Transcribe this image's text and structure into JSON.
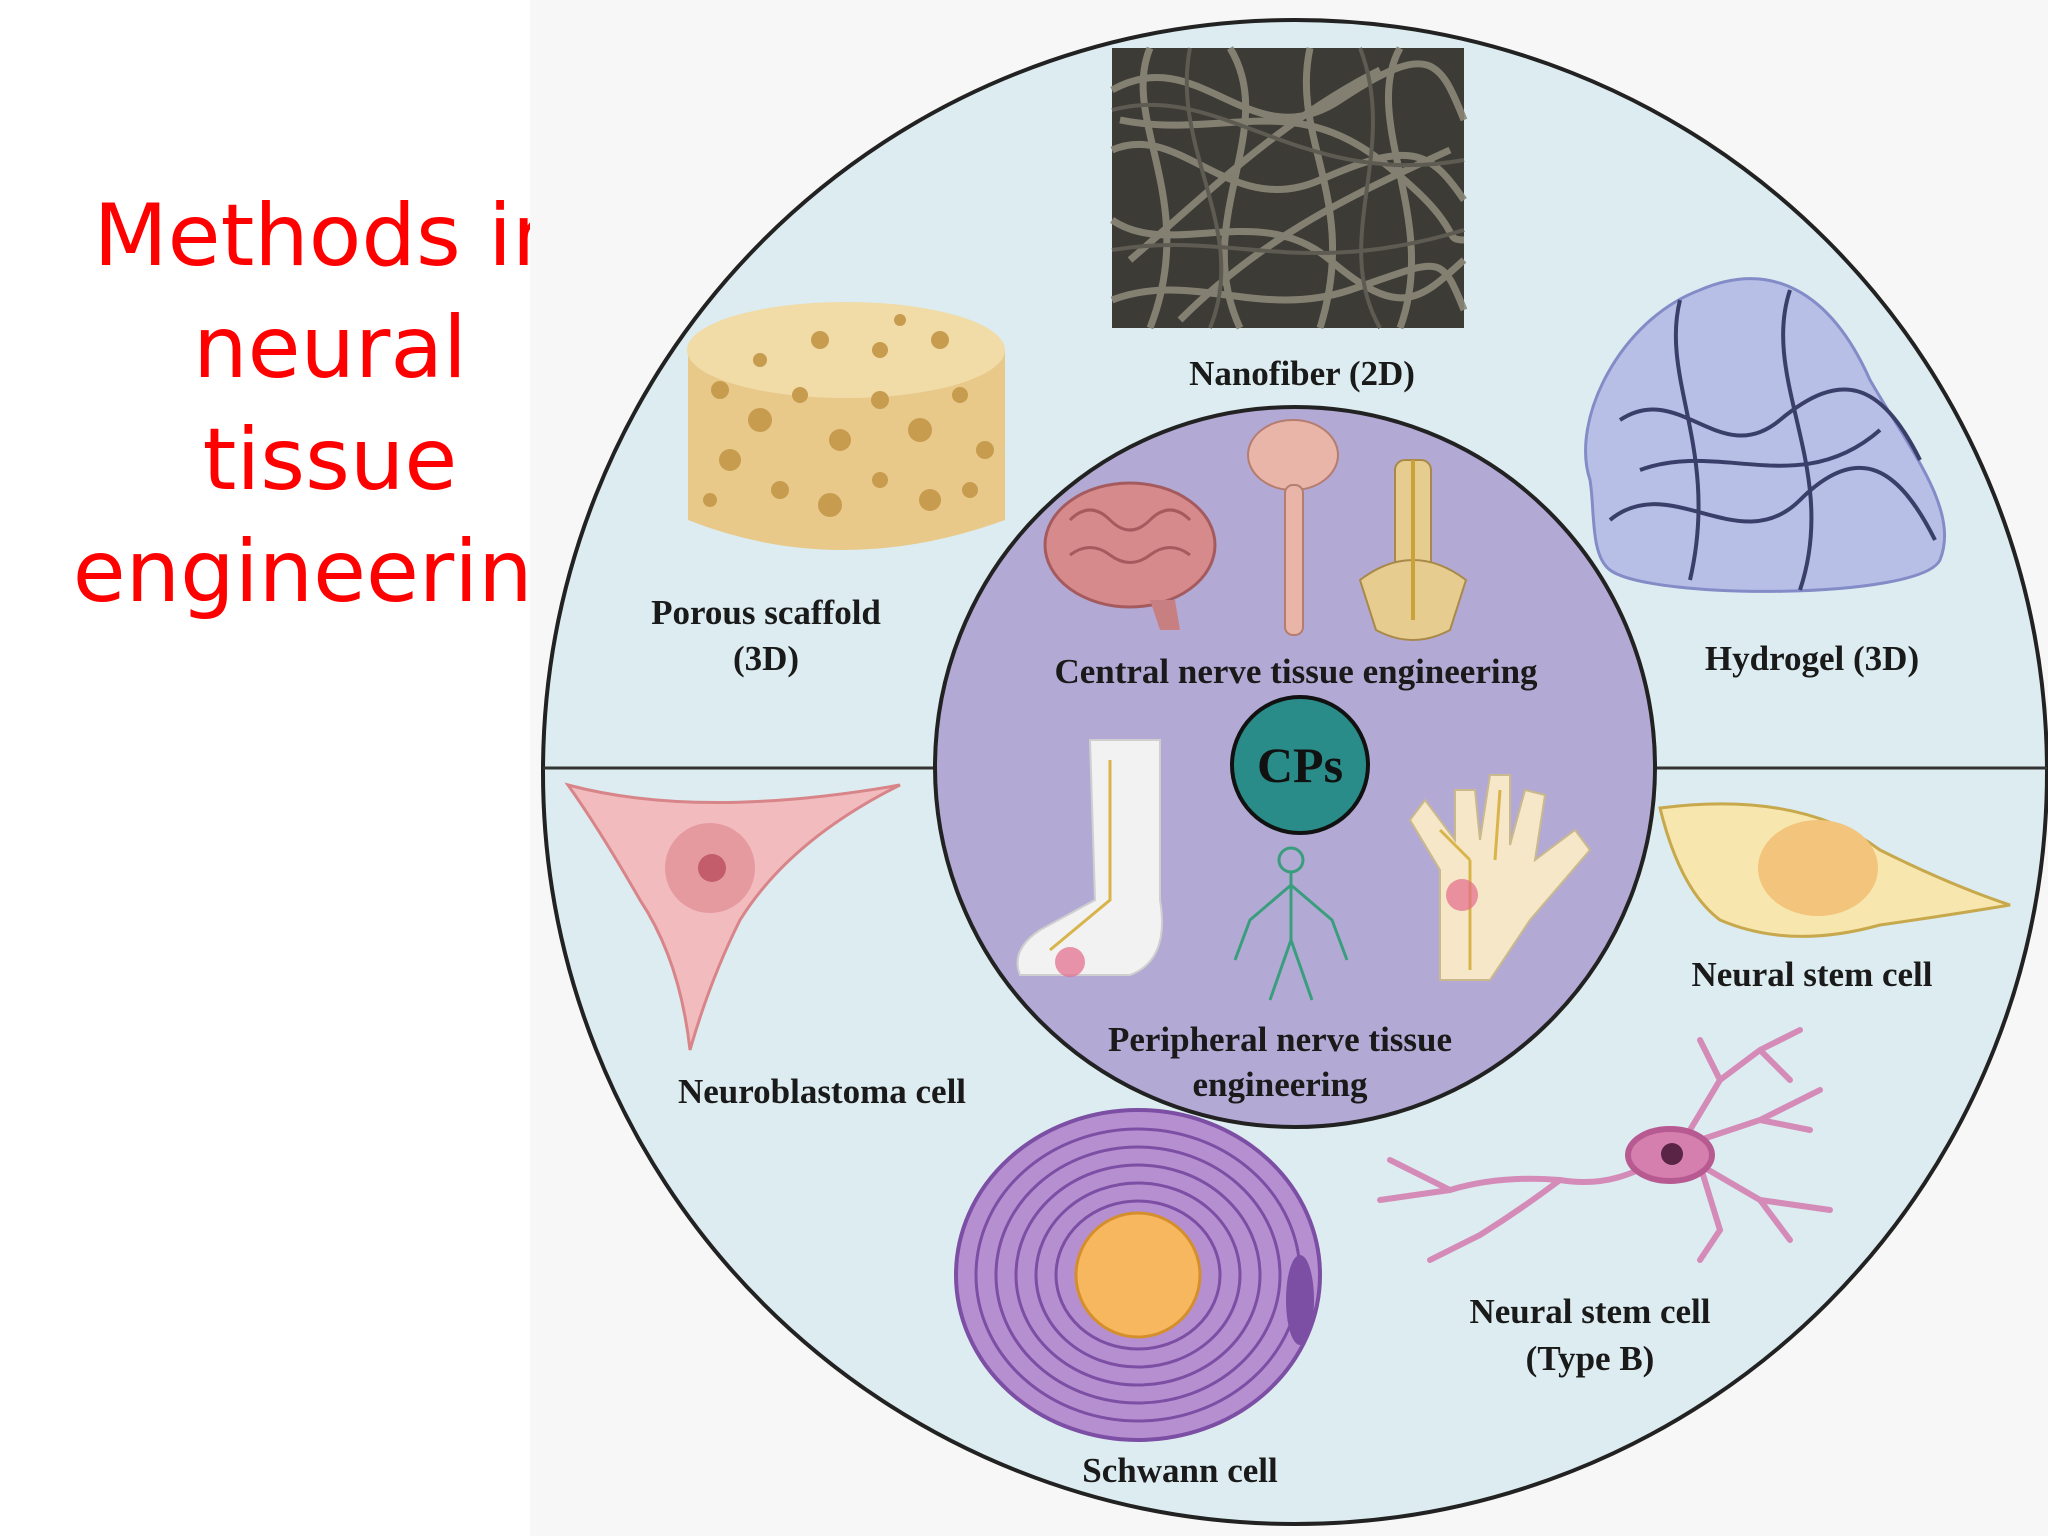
{
  "slide": {
    "title": "Methods in neural tissue engineering"
  },
  "diagram": {
    "center": "CPs",
    "central_region": {
      "label": "Central nerve tissue engineering"
    },
    "peripheral_region": {
      "label_line1": "Peripheral nerve tissue",
      "label_line2": "engineering"
    },
    "scaffolds": {
      "nanofiber": "Nanofiber (2D)",
      "porous_line1": "Porous scaffold",
      "porous_line2": "(3D)",
      "hydrogel": "Hydrogel (3D)"
    },
    "cells": {
      "neuroblastoma": "Neuroblastoma cell",
      "neural_stem": "Neural stem cell",
      "neural_stem_b_line1": "Neural stem cell",
      "neural_stem_b_line2": "(Type B)",
      "schwann": "Schwann cell"
    },
    "colors": {
      "outer_fill": "#dcecf0",
      "inner_fill": "#b2aad4",
      "cps_fill": "#2a8c88",
      "title": "#ff0000"
    }
  }
}
